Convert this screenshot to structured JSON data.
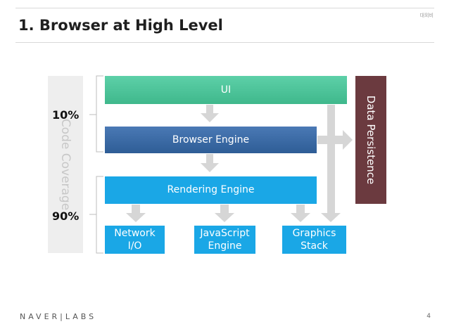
{
  "header": {
    "title": "1. Browser at High Level",
    "tag": "대외비"
  },
  "coverage": {
    "label": "Code Coverage",
    "top_pct": "10%",
    "bottom_pct": "90%"
  },
  "components": {
    "ui": "UI",
    "browser_engine": "Browser Engine",
    "rendering_engine": "Rendering Engine",
    "network": "Network I/O",
    "javascript": "JavaScript Engine",
    "graphics": "Graphics Stack",
    "data_persistence": "Data Persistence"
  },
  "footer": {
    "logo": "NAVER|LABS",
    "page": "4"
  },
  "colors": {
    "ui": "#3fb88c",
    "browser_engine": "#2e5d96",
    "rendering": "#1aa7e6",
    "persistence": "#6b3a3f",
    "arrow": "#d6d6d6"
  }
}
